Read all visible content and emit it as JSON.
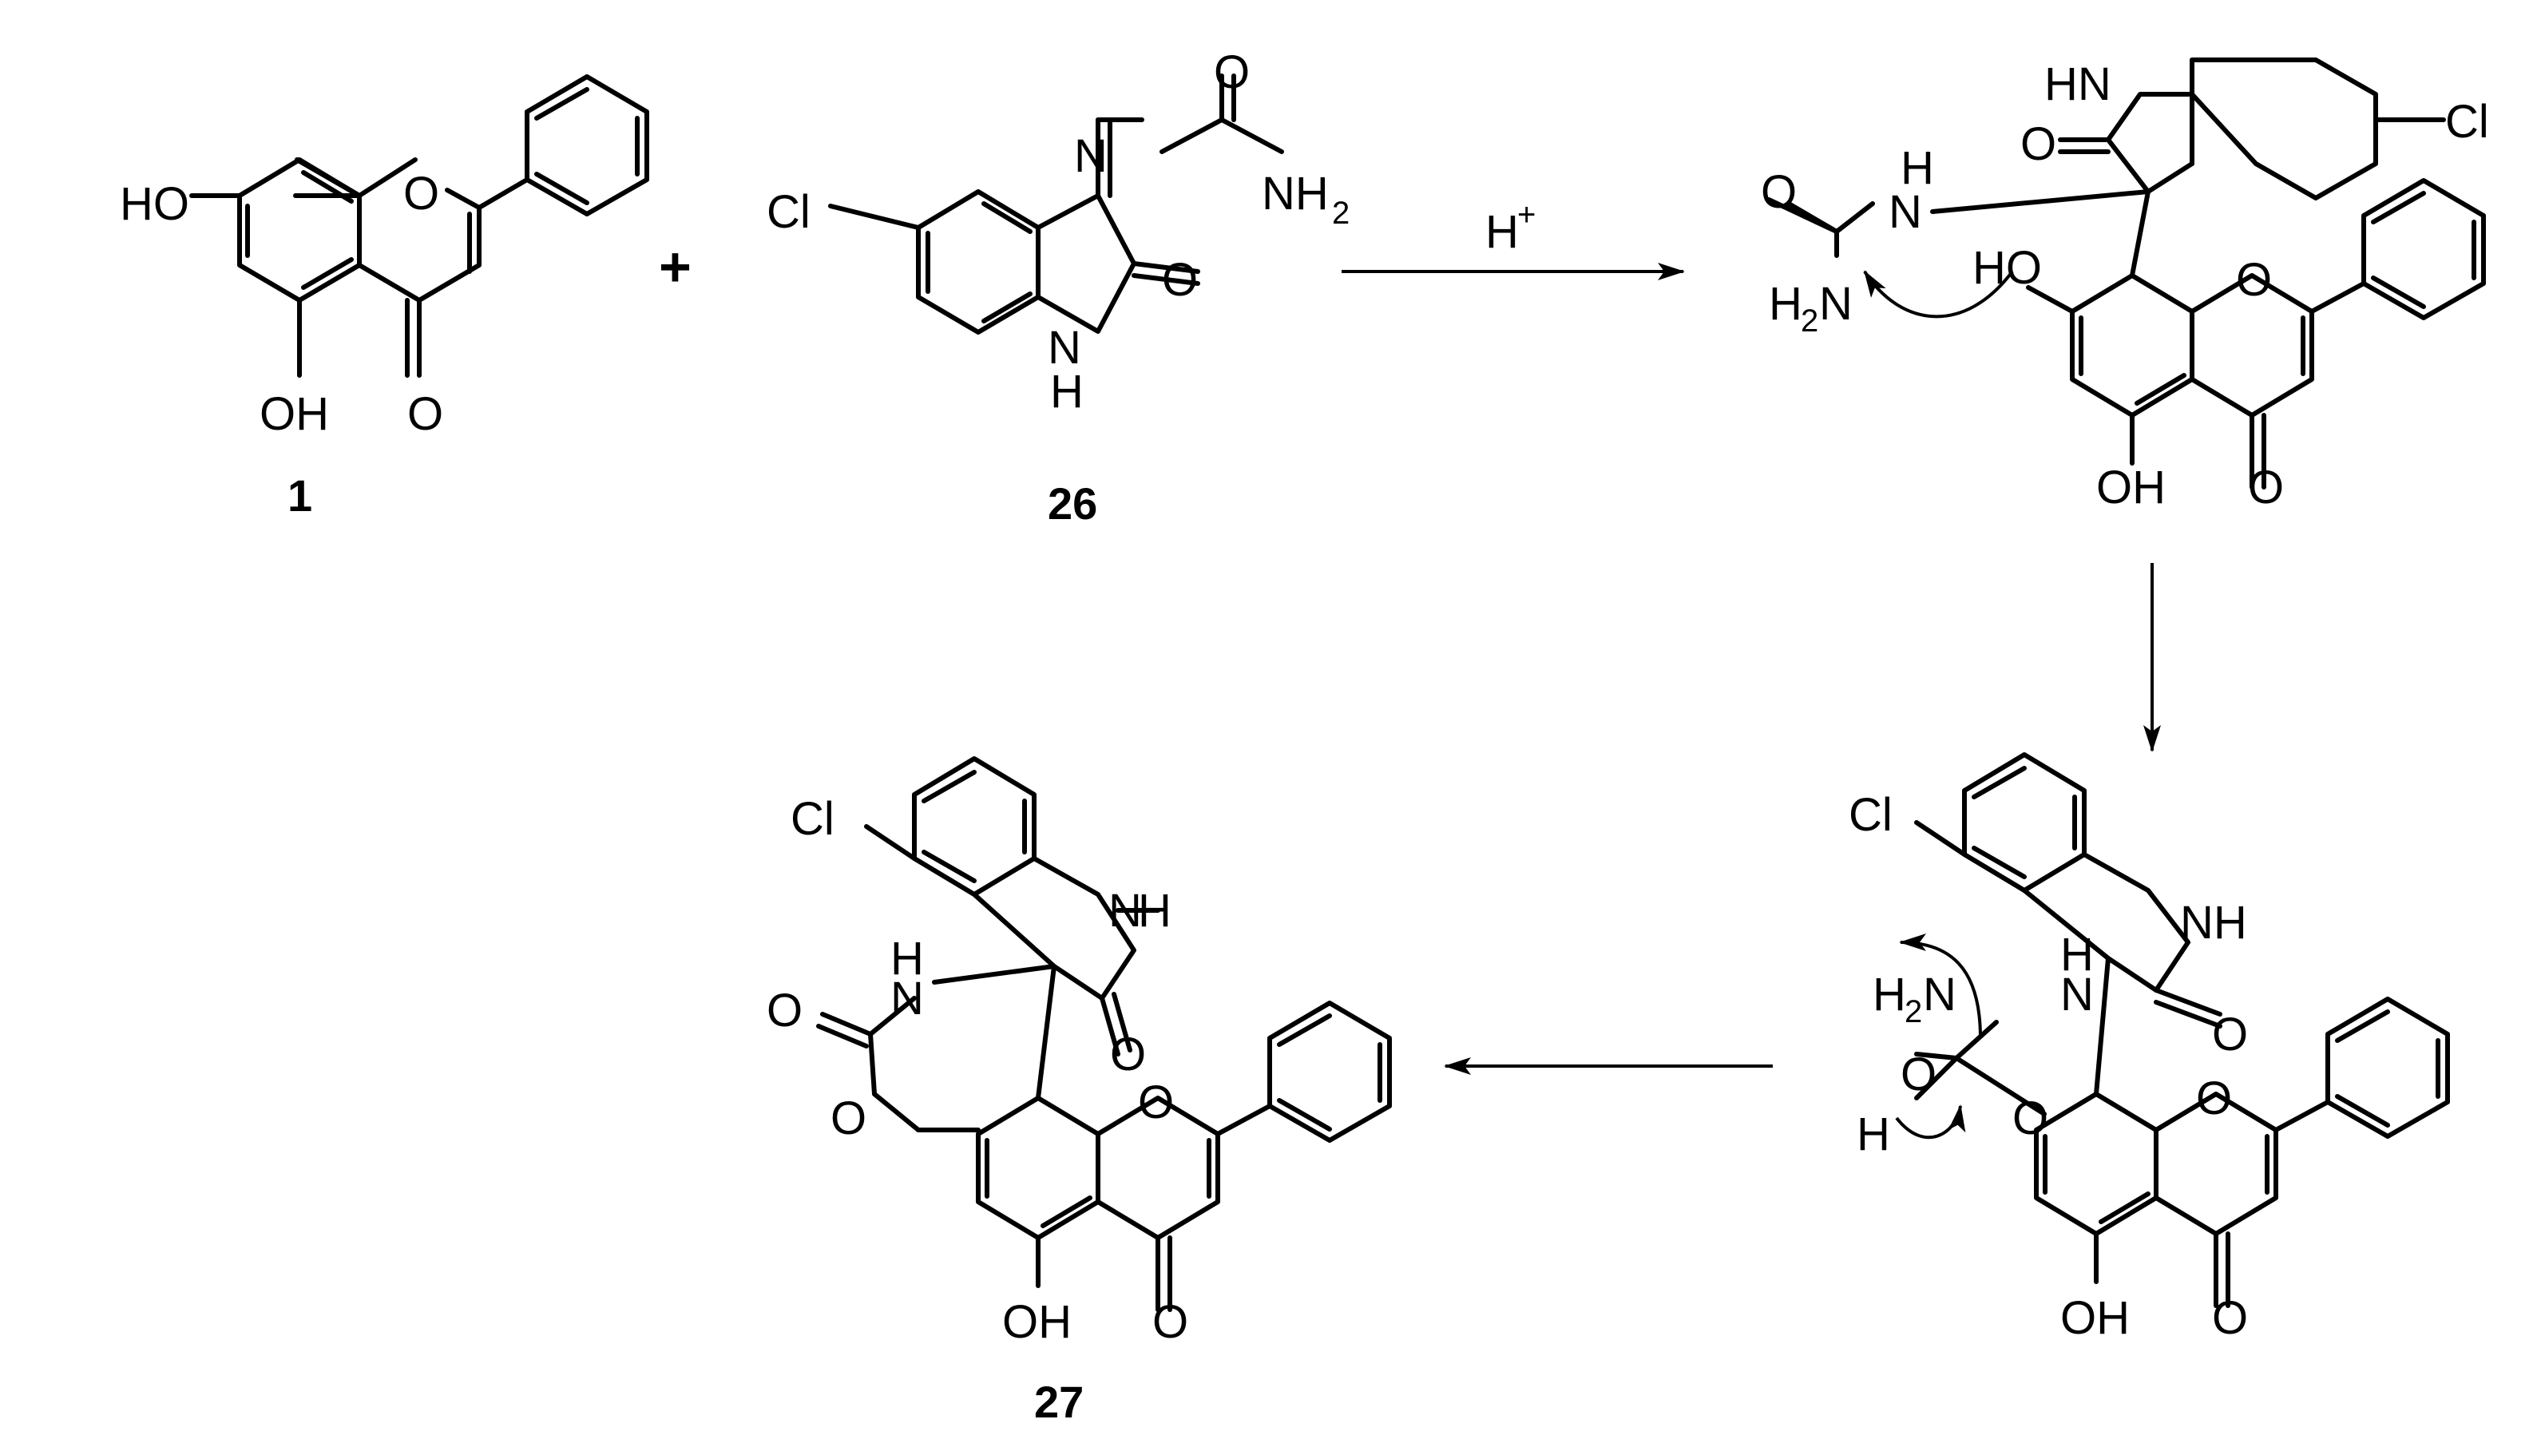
{
  "labels": {
    "cmpd1": "1",
    "cmpd26": "26",
    "cmpd27": "27",
    "plus": "+",
    "reagent": "H",
    "reagent_charge": "+"
  },
  "atoms": {
    "HO": "HO",
    "OH": "OH",
    "O": "O",
    "Cl": "Cl",
    "N": "N",
    "H": "H",
    "NH": "NH",
    "HN": "HN",
    "NH2": "NH",
    "H2N": "H",
    "H2N_tail": "N",
    "H2": "H",
    "two": "2"
  }
}
